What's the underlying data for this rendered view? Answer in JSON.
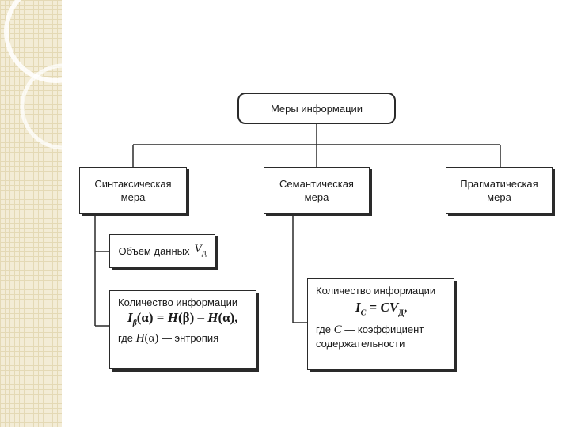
{
  "nodes": {
    "root": "Меры информации",
    "syntactic_line1": "Синтаксическая",
    "syntactic_line2": "мера",
    "semantic_line1": "Семантическая",
    "semantic_line2": "мера",
    "pragmatic_line1": "Прагматическая",
    "pragmatic_line2": "мера"
  },
  "syntactic_details": {
    "volume_label": "Объем данных",
    "volume_symbol": "V",
    "volume_subscript": "д",
    "quantity_label": "Количество информации",
    "formula": "Iβ(α) = H(β) – H(α),",
    "formula_parts": {
      "lhs": "I",
      "lhs_sub": "β",
      "arg1": "(α) = ",
      "h1": "H",
      "arg2": "(β) – ",
      "h2": "H",
      "arg3": "(α),"
    },
    "where_prefix": "где",
    "where_symbol": "H",
    "where_arg": "(α)",
    "where_suffix": "— энтропия"
  },
  "semantic_details": {
    "quantity_label": "Количество информации",
    "formula_parts": {
      "lhs": "I",
      "lhs_sub": "C",
      "eq": " = ",
      "c": "C",
      "v": "V",
      "v_sub": "Д",
      "tail": ","
    },
    "where_prefix": "где",
    "where_symbol": "C",
    "where_suffix": "— коэффициент",
    "where_line2": "содержательности"
  },
  "colors": {
    "stroke": "#2a2a2a",
    "strip_bg": "#f3ecd6",
    "strip_grid": "#e4d9b5"
  }
}
